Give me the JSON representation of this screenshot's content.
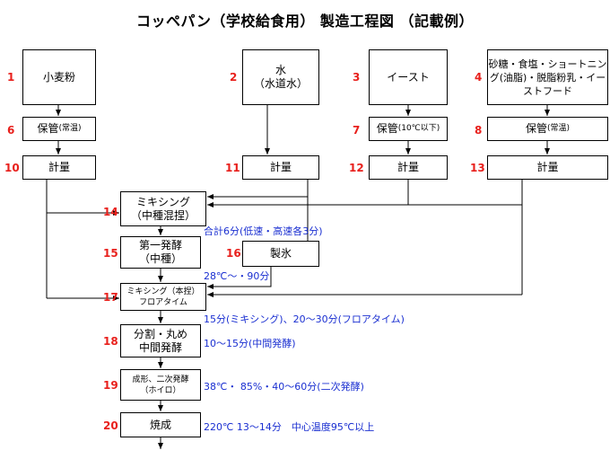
{
  "title": "コッペパン（学校給食用） 製造工程図 （記載例）",
  "steps": {
    "s1": {
      "num": "1",
      "label": "小麦粉"
    },
    "s2": {
      "num": "2",
      "line1": "水",
      "line2": "（水道水）"
    },
    "s3": {
      "num": "3",
      "label": "イースト"
    },
    "s4": {
      "num": "4",
      "line1": "砂糖・食塩・ショートニン",
      "line2": "グ(油脂)・脱脂粉乳・イー",
      "line3": "ストフード"
    },
    "s6": {
      "num": "6",
      "label": "保管",
      "sub": "(常温)"
    },
    "s7": {
      "num": "7",
      "label": "保管",
      "sub": "(10℃以下)"
    },
    "s8": {
      "num": "8",
      "label": "保管",
      "sub": "(常温)"
    },
    "s10": {
      "num": "10",
      "label": "計量"
    },
    "s11": {
      "num": "11",
      "label": "計量"
    },
    "s12": {
      "num": "12",
      "label": "計量"
    },
    "s13": {
      "num": "13",
      "label": "計量"
    },
    "s14": {
      "num": "14",
      "line1": "ミキシング",
      "line2": "（中種混捏）"
    },
    "s15": {
      "num": "15",
      "line1": "第一発酵",
      "line2": "（中種）"
    },
    "s16": {
      "num": "16",
      "label": "製氷"
    },
    "s17": {
      "num": "17",
      "line1": "ミキシング（本捏）",
      "line2": "フロアタイム"
    },
    "s18": {
      "num": "18",
      "line1": "分割・丸め",
      "line2": "中間発酵"
    },
    "s19": {
      "num": "19",
      "line1": "成形、二次発酵",
      "line2": "（ホイロ）"
    },
    "s20": {
      "num": "20",
      "label": "焼成"
    }
  },
  "notes": {
    "n14": "合計6分(低速・高速各3分)",
    "n15": "28℃～・90分",
    "n17": "15分(ミキシング)、20～30分(フロアタイム)",
    "n18": "10～15分(中間発酵)",
    "n19": "38℃・ 85%・40～60分(二次発酵)",
    "n20": "220℃ 13～14分　中心温度95℃以上"
  }
}
